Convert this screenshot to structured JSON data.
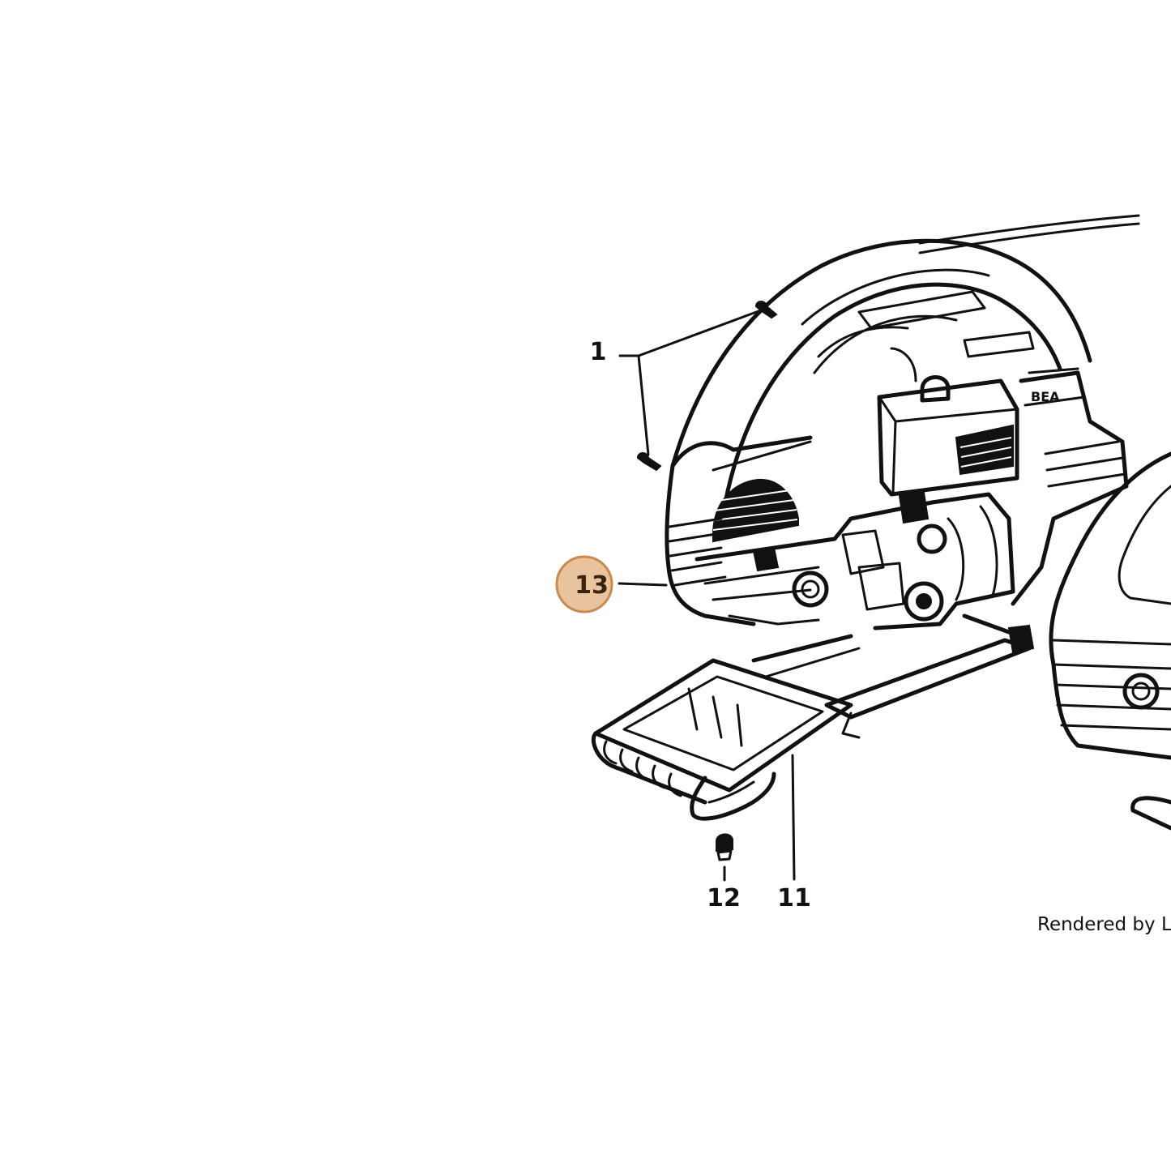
{
  "diagram": {
    "part_labels": {
      "part_1": "1",
      "part_11": "11",
      "part_12": "12",
      "part_13": "13"
    },
    "highlighted_part": "13",
    "callout_colors": {
      "fill": "#e8c39e",
      "stroke": "#c98a4b"
    },
    "footer": "Rendered by Lea"
  }
}
